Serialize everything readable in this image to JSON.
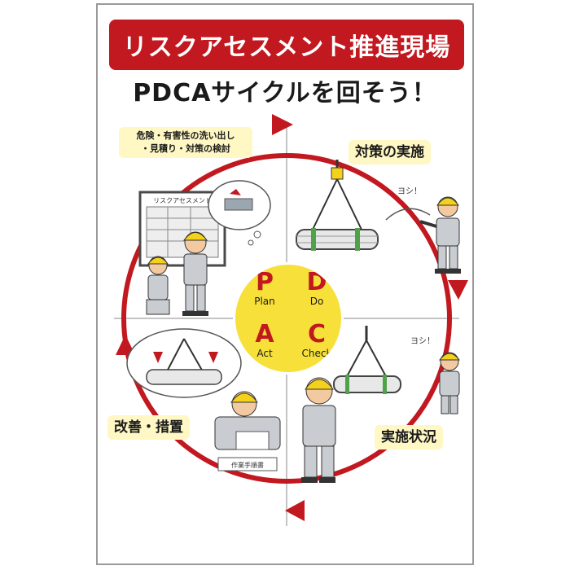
{
  "banner": {
    "title": "リスクアセスメント推進現場"
  },
  "subtitle": {
    "text": "PDCAサイクルを回そう！"
  },
  "steps": {
    "risk_assessment": {
      "line1": "危険・有害性の洗い出し",
      "line2": "・見積り・対策の検討"
    },
    "do": {
      "label": "対策の実施"
    },
    "check": {
      "label": "実施状況"
    },
    "act": {
      "label": "改善・措置"
    }
  },
  "pdca": {
    "plan": {
      "letter": "P",
      "word": "Plan"
    },
    "do": {
      "letter": "D",
      "word": "Do"
    },
    "act": {
      "letter": "A",
      "word": "Act"
    },
    "check": {
      "letter": "C",
      "word": "Check"
    }
  },
  "scene_labels": {
    "board_heading": "リスクアセスメント",
    "instruction_sheet": "作業手順書",
    "shout_top": "ヨシ！",
    "shout_bottom": "ヨシ！"
  },
  "colors": {
    "accent_red": "#c2181f",
    "disc_yellow": "#f7e03a",
    "callout_bg": "#fff7c4"
  },
  "icons": [
    "cycle-arrow-icon",
    "crane-hook-icon",
    "worker-figure-icon",
    "pipe-bundle-icon"
  ]
}
